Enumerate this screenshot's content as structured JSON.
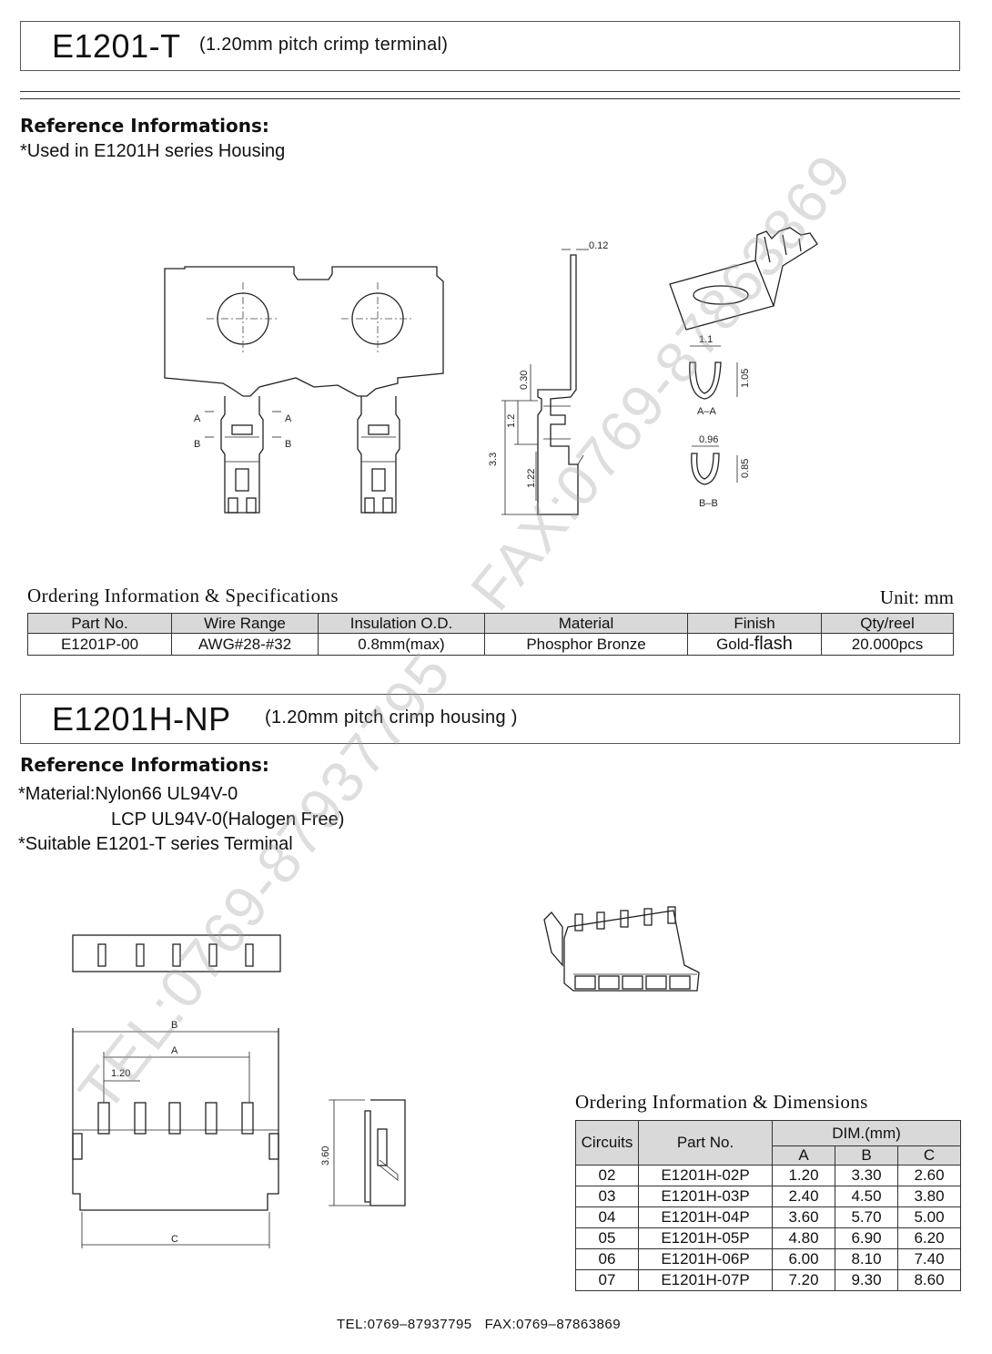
{
  "terminal": {
    "part": "E1201-T",
    "subtitle": "(1.20mm pitch crimp terminal)",
    "ref_heading": "Reference Informations:",
    "ref_lines": [
      "*Used in E1201H series Housing"
    ],
    "drawing_labels": {
      "section_a": "A",
      "section_b": "B",
      "dim_012": "0.12",
      "dim_030": "0.30",
      "dim_12": "1.2",
      "dim_33": "3.3",
      "dim_122": "1.22",
      "dim_11": "1.1",
      "dim_105": "1.05",
      "section_aa": "A–A",
      "dim_096": "0.96",
      "dim_085": "0.85",
      "section_bb": "B–B"
    },
    "ordering_title": "Ordering Information & Specifications",
    "unit": "Unit: mm",
    "spec_headers": [
      "Part No.",
      "Wire Range",
      "Insulation O.D.",
      "Material",
      "Finish",
      "Qty/reel"
    ],
    "spec_row": {
      "part_no": "E1201P-00",
      "wire_range": "AWG#28-#32",
      "insulation": "0.8mm(max)",
      "material": "Phosphor Bronze",
      "finish_prefix": "Gold-",
      "finish_suffix": "flash",
      "qty": "20.000pcs"
    }
  },
  "housing": {
    "part": "E1201H-NP",
    "subtitle": "(1.20mm pitch crimp housing )",
    "ref_heading": "Reference Informations:",
    "material_line1": "*Material:Nylon66 UL94V-0",
    "material_line2": "LCP UL94V-0(Halogen Free)",
    "suitable_line": "*Suitable E1201-T series Terminal",
    "drawing_labels": {
      "dim_b": "B",
      "dim_a": "A",
      "dim_pitch": "1.20",
      "dim_c": "C",
      "dim_height": "3.60"
    },
    "ordering_title": "Ordering Information & Dimensions",
    "dim_headers": {
      "circuits": "Circuits",
      "part_no": "Part No.",
      "dim_group": "DIM.(mm)",
      "a": "A",
      "b": "B",
      "c": "C"
    },
    "rows": [
      {
        "circuits": "02",
        "part_no": "E1201H-02P",
        "a": "1.20",
        "b": "3.30",
        "c": "2.60"
      },
      {
        "circuits": "03",
        "part_no": "E1201H-03P",
        "a": "2.40",
        "b": "4.50",
        "c": "3.80"
      },
      {
        "circuits": "04",
        "part_no": "E1201H-04P",
        "a": "3.60",
        "b": "5.70",
        "c": "5.00"
      },
      {
        "circuits": "05",
        "part_no": "E1201H-05P",
        "a": "4.80",
        "b": "6.90",
        "c": "6.20"
      },
      {
        "circuits": "06",
        "part_no": "E1201H-06P",
        "a": "6.00",
        "b": "8.10",
        "c": "7.40"
      },
      {
        "circuits": "07",
        "part_no": "E1201H-07P",
        "a": "7.20",
        "b": "9.30",
        "c": "8.60"
      }
    ]
  },
  "footer": "TEL:0769–87937795   FAX:0769–87863869",
  "watermarks": [
    "FAX:0769-87863869",
    "TEL:0769-87937795"
  ]
}
